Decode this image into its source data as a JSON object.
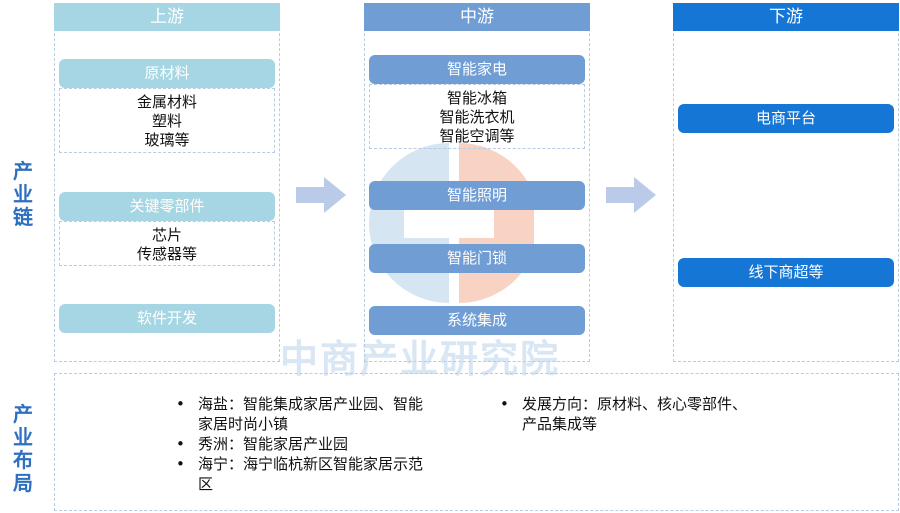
{
  "side_labels": {
    "chain": "产业链",
    "layout": "产业布局"
  },
  "upstream": {
    "header": "上游",
    "groups": [
      {
        "title": "原材料",
        "items": [
          "金属材料",
          "塑料",
          "玻璃等"
        ]
      },
      {
        "title": "关键零部件",
        "items": [
          "芯片",
          "传感器等"
        ]
      },
      {
        "title": "软件开发",
        "items": []
      }
    ]
  },
  "midstream": {
    "header": "中游",
    "groups": [
      {
        "title": "智能家电",
        "items": [
          "智能冰箱",
          "智能洗衣机",
          "智能空调等"
        ]
      },
      {
        "title": "智能照明"
      },
      {
        "title": "智能门锁"
      },
      {
        "title": "系统集成"
      }
    ]
  },
  "downstream": {
    "header": "下游",
    "items": [
      "电商平台",
      "线下商超等"
    ]
  },
  "watermark": "中商产业研究院",
  "layout_section": {
    "left_bullets": [
      [
        "海盐：智能集成家居产业园、智能",
        "家居时尚小镇"
      ],
      [
        "秀洲：智能家居产业园"
      ],
      [
        "海宁：海宁临杭新区智能家居示范",
        "区"
      ]
    ],
    "right_bullets": [
      [
        "发展方向：原材料、核心零部件、",
        "产品集成等"
      ]
    ],
    "bullet_symbol": "•"
  },
  "colors": {
    "upstream": "#a6d6e3",
    "midstream": "#6f9dd4",
    "downstream": "#1576d5",
    "label_blue": "#2f6fc0",
    "arrow": "#b9cbe8"
  }
}
